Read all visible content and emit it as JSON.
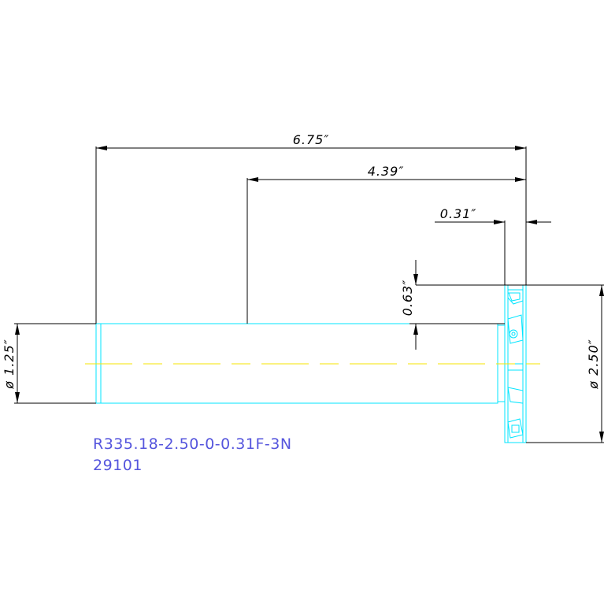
{
  "dimensions": {
    "overall_length": "6.75″",
    "shank_length": "4.39″",
    "head_width": "0.31″",
    "step_height": "0.63″",
    "shank_diameter": "ø 1.25″",
    "cutter_diameter": "ø 2.50″"
  },
  "part": {
    "designation": "R335.18-2.50-0-0.31F-3N",
    "item_number": "29101"
  },
  "colors": {
    "dimension_line": "#000000",
    "dimension_text": "#000000",
    "geometry": "#00e5ff",
    "centerline": "#f5e600",
    "label": "#5555dd"
  }
}
